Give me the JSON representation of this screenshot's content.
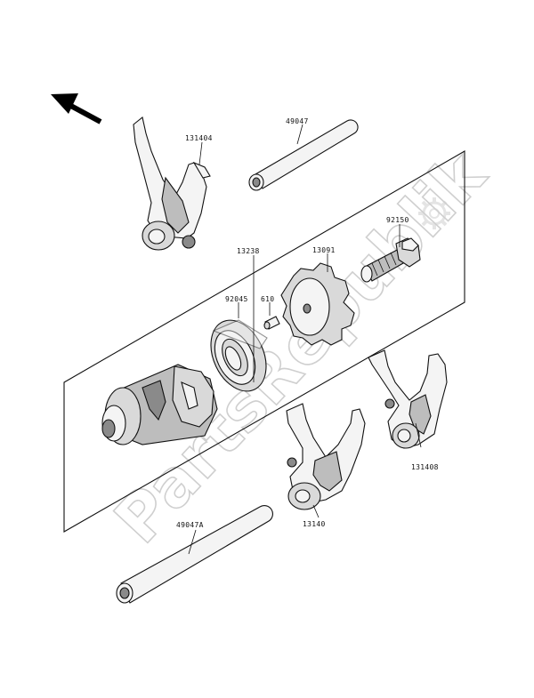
{
  "watermark": {
    "text": "PartsRepublik",
    "color": "#cfcfcf"
  },
  "icons": {
    "orientation_arrow": "arrow-up-left-icon",
    "watermark_gear": "gear-icon"
  },
  "parts": [
    {
      "key": "fork_131404",
      "label": "131404",
      "name": "Shift fork"
    },
    {
      "key": "rod_49047",
      "label": "49047",
      "name": "Shift fork rod"
    },
    {
      "key": "bolt_92150",
      "label": "92150",
      "name": "Bolt"
    },
    {
      "key": "drum_13238",
      "label": "13238",
      "name": "Shift drum"
    },
    {
      "key": "star_13091",
      "label": "13091",
      "name": "Shift drum operating plate"
    },
    {
      "key": "bearing_92045",
      "label": "92045",
      "name": "Ball bearing"
    },
    {
      "key": "pin_610",
      "label": "610",
      "name": "Pin"
    },
    {
      "key": "fork_131408",
      "label": "131408",
      "name": "Shift fork"
    },
    {
      "key": "fork_13140",
      "label": "13140",
      "name": "Shift fork"
    },
    {
      "key": "rod_49047A",
      "label": "49047A",
      "name": "Shift fork rod"
    }
  ]
}
